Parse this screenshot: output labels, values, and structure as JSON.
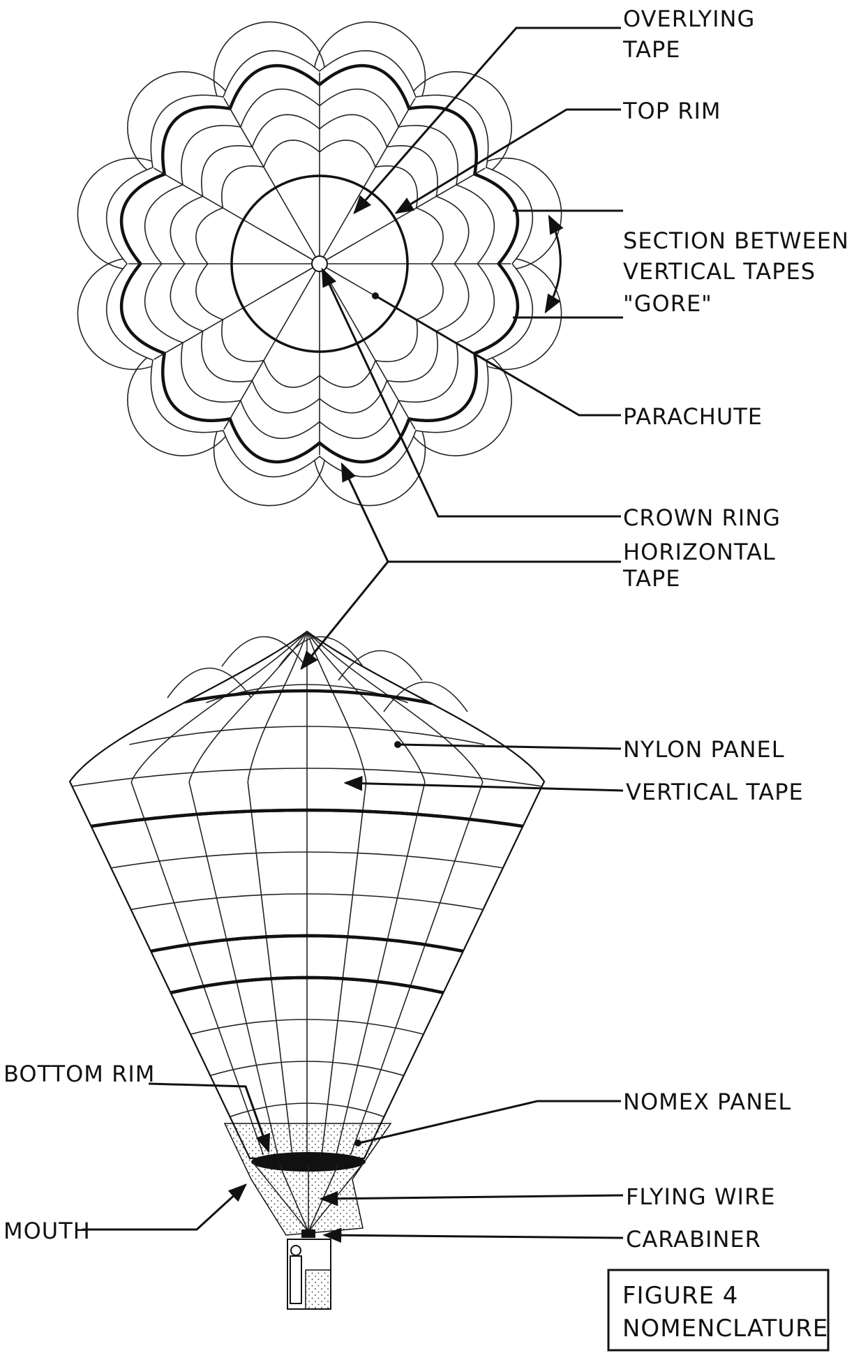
{
  "labels": {
    "overlying_tape": [
      "OVERLYING",
      "TAPE"
    ],
    "top_rim": "TOP RIM",
    "gore": [
      "SECTION BETWEEN",
      "VERTICAL TAPES",
      "\"GORE\""
    ],
    "parachute": "PARACHUTE",
    "crown_ring": "CROWN RING",
    "horizontal_tape": [
      "HORIZONTAL",
      "TAPE"
    ],
    "nylon_panel": "NYLON PANEL",
    "vertical_tape": "VERTICAL TAPE",
    "bottom_rim": "BOTTOM RIM",
    "nomex_panel": "NOMEX PANEL",
    "flying_wire": "FLYING WIRE",
    "mouth": "MOUTH",
    "carabiner": "CARABINER"
  },
  "figure": {
    "number": "FIGURE 4",
    "caption": "NOMENCLATURE"
  },
  "colors": {
    "ink": "#111111",
    "background": "#ffffff"
  }
}
